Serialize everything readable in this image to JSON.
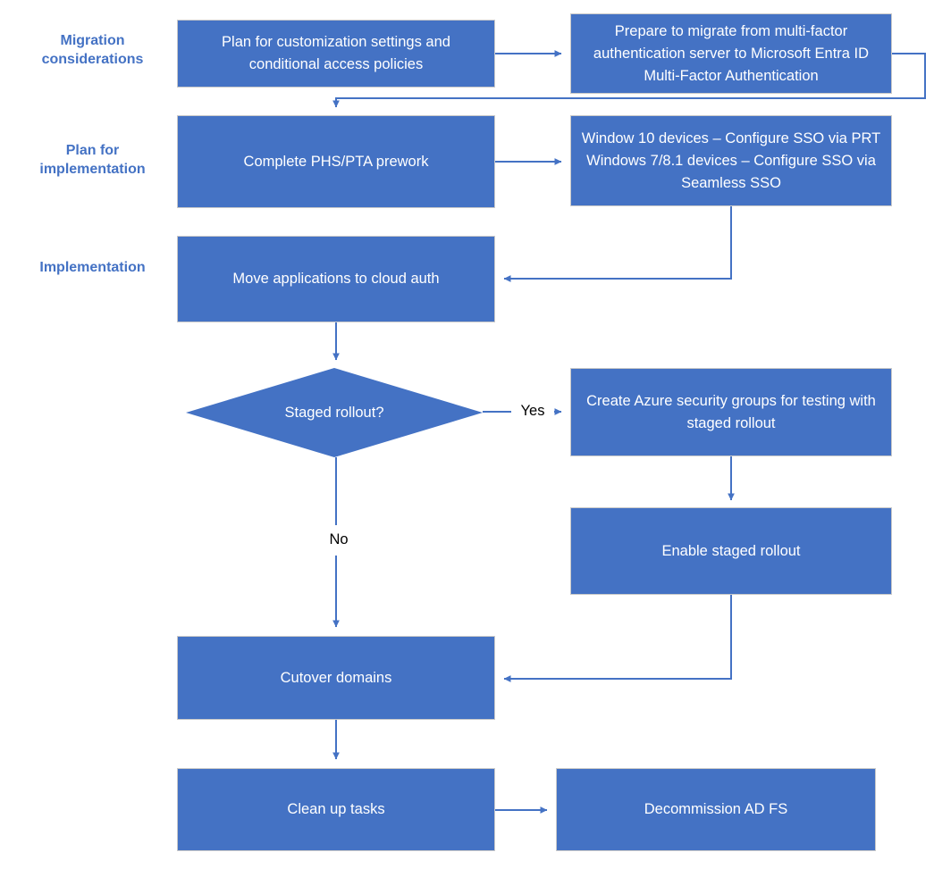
{
  "diagram": {
    "title": "AD FS to Microsoft Entra ID migration flowchart",
    "colors": {
      "node_fill": "#4472C4",
      "node_border": "#C9C9C9",
      "node_text": "#FFFFFF",
      "swimlane_label": "#4472C4",
      "connector": "#4472C4",
      "edge_label_text": "#000000",
      "background": "#FFFFFF"
    },
    "swimlanes": [
      {
        "id": "lane-migration-considerations",
        "label": "Migration\nconsiderations"
      },
      {
        "id": "lane-plan-for-implementation",
        "label": "Plan for\nimplementation"
      },
      {
        "id": "lane-implementation",
        "label": "Implementation"
      }
    ],
    "nodes": [
      {
        "id": "node-plan-customization",
        "shape": "process",
        "label": "Plan for customization settings and conditional access policies"
      },
      {
        "id": "node-prepare-mfa-migrate",
        "shape": "process",
        "label": "Prepare to migrate from multi-factor authentication server to Microsoft Entra ID Multi-Factor Authentication"
      },
      {
        "id": "node-complete-phs-pta-prework",
        "shape": "process",
        "label": "Complete PHS/PTA prework"
      },
      {
        "id": "node-configure-sso-devices",
        "shape": "process",
        "label": "Window 10 devices – Configure SSO via PRT\nWindows 7/8.1 devices – Configure SSO via Seamless SSO"
      },
      {
        "id": "node-move-applications",
        "shape": "process",
        "label": "Move applications to cloud auth"
      },
      {
        "id": "node-staged-rollout-decision",
        "shape": "decision",
        "label": "Staged rollout?"
      },
      {
        "id": "node-create-security-groups",
        "shape": "process",
        "label": "Create Azure security groups for testing with staged rollout"
      },
      {
        "id": "node-enable-staged-rollout",
        "shape": "process",
        "label": "Enable staged rollout"
      },
      {
        "id": "node-cutover-domains",
        "shape": "process",
        "label": "Cutover domains"
      },
      {
        "id": "node-clean-up-tasks",
        "shape": "process",
        "label": "Clean up tasks"
      },
      {
        "id": "node-decommission-adfs",
        "shape": "process",
        "label": "Decommission AD FS"
      }
    ],
    "edge_labels": [
      {
        "id": "edge-label-yes",
        "label": "Yes"
      },
      {
        "id": "edge-label-no",
        "label": "No"
      }
    ],
    "edges": [
      {
        "from": "node-plan-customization",
        "to": "node-prepare-mfa-migrate",
        "label": ""
      },
      {
        "from": "node-prepare-mfa-migrate",
        "to": "node-complete-phs-pta-prework",
        "label": ""
      },
      {
        "from": "node-complete-phs-pta-prework",
        "to": "node-configure-sso-devices",
        "label": ""
      },
      {
        "from": "node-configure-sso-devices",
        "to": "node-move-applications",
        "label": ""
      },
      {
        "from": "node-move-applications",
        "to": "node-staged-rollout-decision",
        "label": ""
      },
      {
        "from": "node-staged-rollout-decision",
        "to": "node-create-security-groups",
        "label": "Yes"
      },
      {
        "from": "node-staged-rollout-decision",
        "to": "node-cutover-domains",
        "label": "No"
      },
      {
        "from": "node-create-security-groups",
        "to": "node-enable-staged-rollout",
        "label": ""
      },
      {
        "from": "node-enable-staged-rollout",
        "to": "node-cutover-domains",
        "label": ""
      },
      {
        "from": "node-cutover-domains",
        "to": "node-clean-up-tasks",
        "label": ""
      },
      {
        "from": "node-clean-up-tasks",
        "to": "node-decommission-adfs",
        "label": ""
      }
    ]
  }
}
